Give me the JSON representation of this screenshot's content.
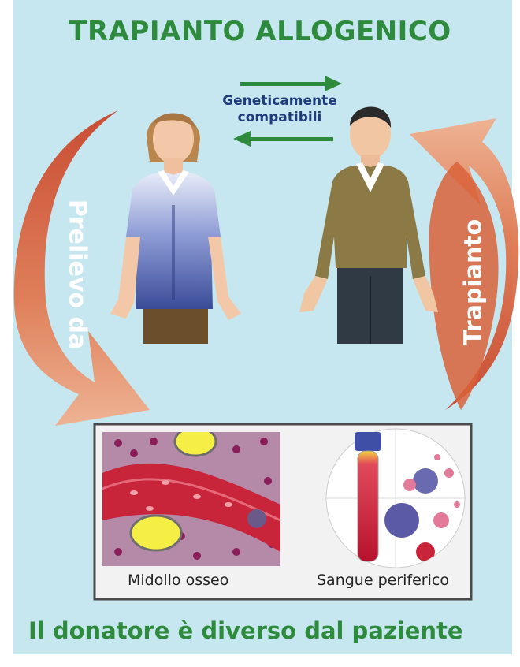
{
  "title": "TRAPIANTO ALLOGENICO",
  "compatibility": {
    "line1": "Geneticamente",
    "line2": "compatibili"
  },
  "arrows": {
    "left_label": "Prelievo da",
    "right_label": "Trapianto"
  },
  "panel": {
    "left_caption": "Midollo osseo",
    "right_caption": "Sangue periferico"
  },
  "footer": "Il donatore è diverso dal paziente",
  "colors": {
    "background": "#c6e7ef",
    "title_green": "#2e8b3d",
    "arrow_orange": "#d9623a",
    "donor_shirt": "#4a5ea8",
    "recipient_sweater": "#8b7a45",
    "blood_red": "#c8243a"
  }
}
